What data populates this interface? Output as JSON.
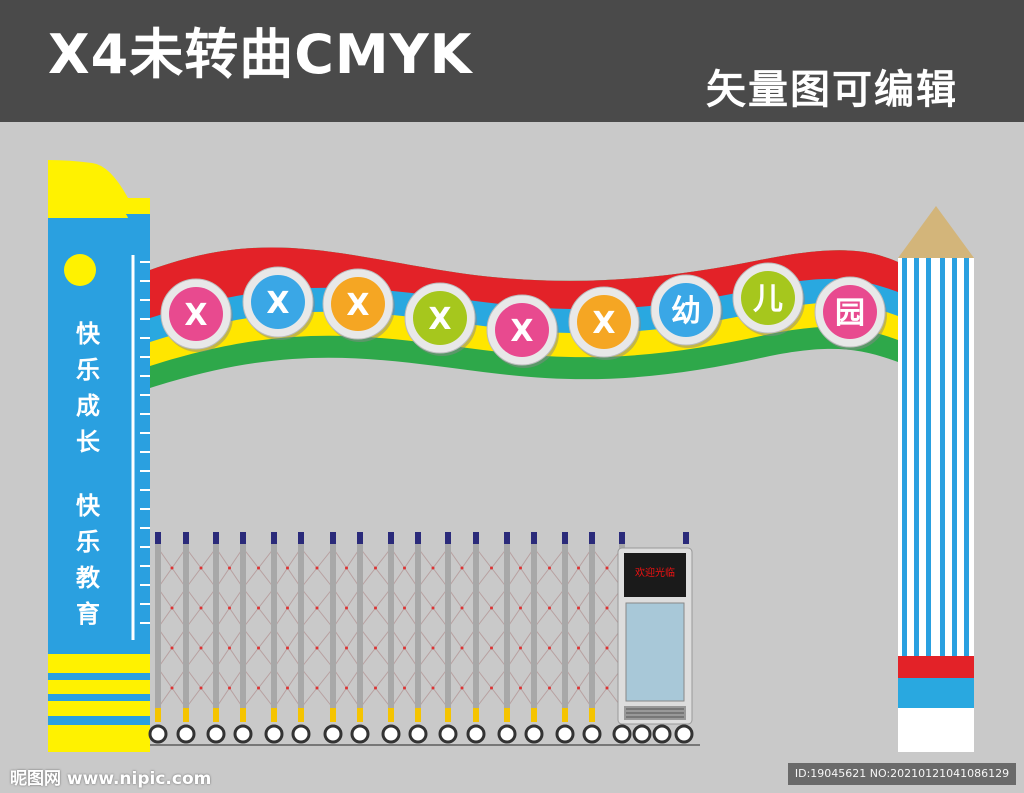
{
  "header": {
    "title": "X4未转曲CMYK",
    "subtitle": "矢量图可编辑"
  },
  "left_pillar": {
    "slogan_lines_1": [
      "快",
      "乐",
      "成",
      "长"
    ],
    "slogan_lines_2": [
      "快",
      "乐",
      "教",
      "育"
    ]
  },
  "arch": {
    "circles": [
      {
        "label": "X",
        "color": "#e84a8f"
      },
      {
        "label": "X",
        "color": "#3aa7e6"
      },
      {
        "label": "X",
        "color": "#f5a623"
      },
      {
        "label": "X",
        "color": "#a6c71d"
      },
      {
        "label": "X",
        "color": "#e84a8f"
      },
      {
        "label": "X",
        "color": "#f5a623"
      },
      {
        "label": "幼",
        "color": "#3aa7e6"
      },
      {
        "label": "儿",
        "color": "#a6c71d"
      },
      {
        "label": "园",
        "color": "#e84a8f"
      }
    ]
  },
  "guard_booth": {
    "sign_text": "欢迎光临"
  },
  "watermarks": {
    "left": "昵图网 www.nipic.com",
    "right": "ID:19045621 NO:20210121041086129"
  },
  "colors": {
    "header_bg": "#4a4a4a",
    "background": "#c9c9c9",
    "pillar_blue": "#2aa0e0",
    "pillar_yellow": "#fff200",
    "band_red": "#e32228",
    "band_blue": "#29a8e0",
    "band_yellow": "#ffe600",
    "band_green": "#2ea84a"
  }
}
